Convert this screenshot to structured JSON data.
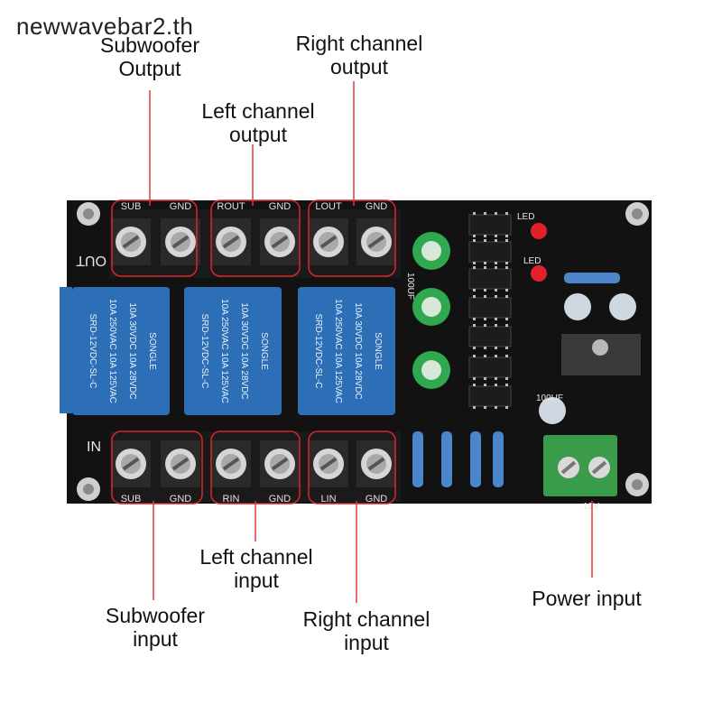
{
  "watermark": "newwavebar2.th",
  "labels": {
    "sub_out": [
      "Subwoofer",
      "Output"
    ],
    "right_out": [
      "Right channel",
      "output"
    ],
    "left_out": [
      "Left channel",
      "output"
    ],
    "left_in": [
      "Left channel",
      "input"
    ],
    "sub_in": [
      "Subwoofer",
      "input"
    ],
    "right_in": [
      "Right channel",
      "input"
    ],
    "power_in": [
      "Power input"
    ]
  },
  "board_text": {
    "top_terminals": [
      "SUB",
      "GND",
      "ROUT",
      "GND",
      "LOUT",
      "GND"
    ],
    "bottom_terminals": [
      "SUB",
      "GND",
      "RIN",
      "GND",
      "LIN",
      "GND"
    ],
    "out_marking": "OUT",
    "in_marking": "IN",
    "relay_brand": "SONGLE",
    "relay_model": "SRD-12VDC-SL-C",
    "relay_rating_1": "10A 250VAC 10A 125VAC",
    "relay_rating_2": "10A 30VDC 10A 28VDC",
    "led_label": "LED",
    "cap_label": "100UF",
    "power_label": "12V"
  },
  "colors": {
    "pcb": "#121212",
    "relay": "#2d6fb6",
    "terminal_green": "#3a9b4a",
    "callout_red": "#d9262a",
    "leader": "#e03a3a"
  }
}
